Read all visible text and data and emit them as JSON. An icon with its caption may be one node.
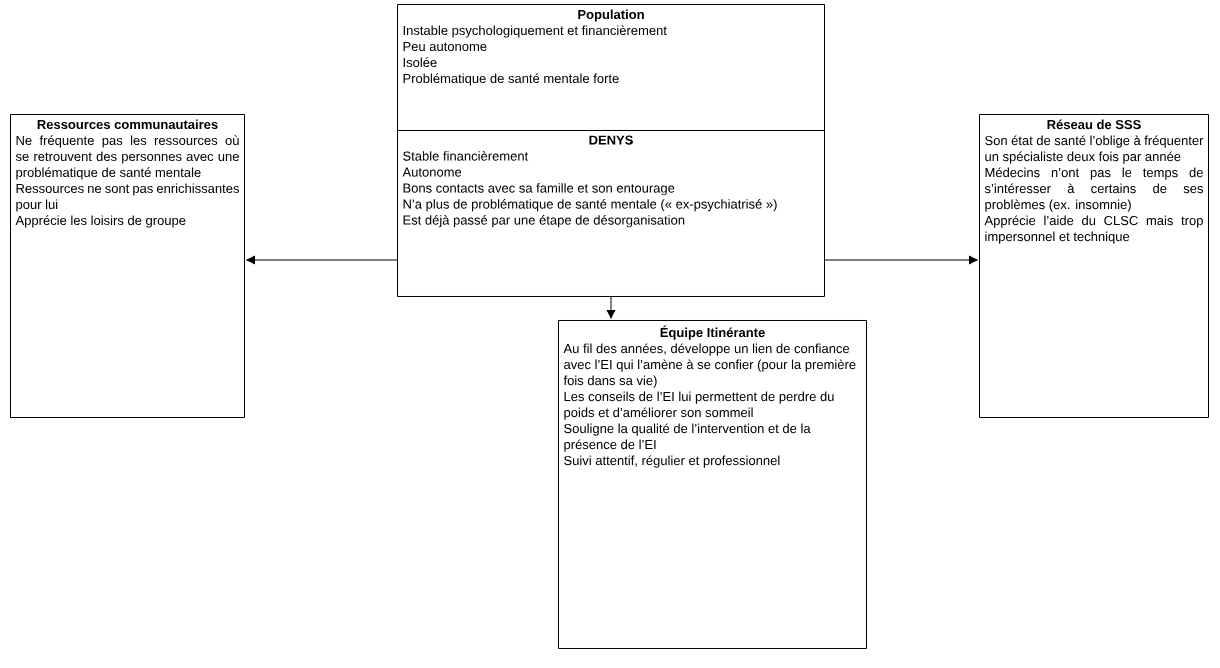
{
  "diagram": {
    "nodes": [
      {
        "text": [
          "Population",
          "Instable psychologiquement et financièrement",
          "Peu autonome",
          "Isolée",
          "Problématique de santé mentale forte"
        ]
      },
      {
        "text": [
          "DENYS",
          "Stable financièrement",
          "Autonome",
          "Bons contacts avec sa famille et son entourage",
          "N’a plus de problématique de santé mentale (« ex-psychiatrisé »)",
          "Est déjà passé par une étape de désorganisation"
        ]
      },
      {
        "text": [
          "Ressources communautaires",
          "Ne fréquente pas les ressources où se retrouvent des personnes avec une problématique de santé mentale",
          "Ressources ne sont pas enrichissantes pour lui",
          "Apprécie les loisirs de groupe"
        ]
      },
      {
        "text": [
          "Réseau de SSS",
          "Son état de santé l’oblige à fréquenter un spécialiste deux fois par année",
          "Médecins n’ont pas le temps de s’intéresser à certains de ses problèmes (ex. insomnie)",
          "Apprécie l’aide du CLSC mais trop impersonnel et technique"
        ]
      },
      {
        "text": [
          "Équipe Itinérante",
          "Au fil des années, développe un lien de confiance avec l’EI qui l’amène à se confier (pour la première fois dans sa vie)",
          "Les conseils de l’EI lui permettent de perdre du poids et d’améliorer son sommeil",
          "Souligne la qualité de l’intervention et de la présence de l’EI",
          "Suivi attentif, régulier et professionnel"
        ]
      }
    ],
    "edges": [
      {
        "from": 1,
        "to": 2,
        "arrow": "to"
      },
      {
        "from": 1,
        "to": 3,
        "arrow": "to"
      },
      {
        "from": 1,
        "to": 4,
        "arrow": "to"
      }
    ]
  }
}
